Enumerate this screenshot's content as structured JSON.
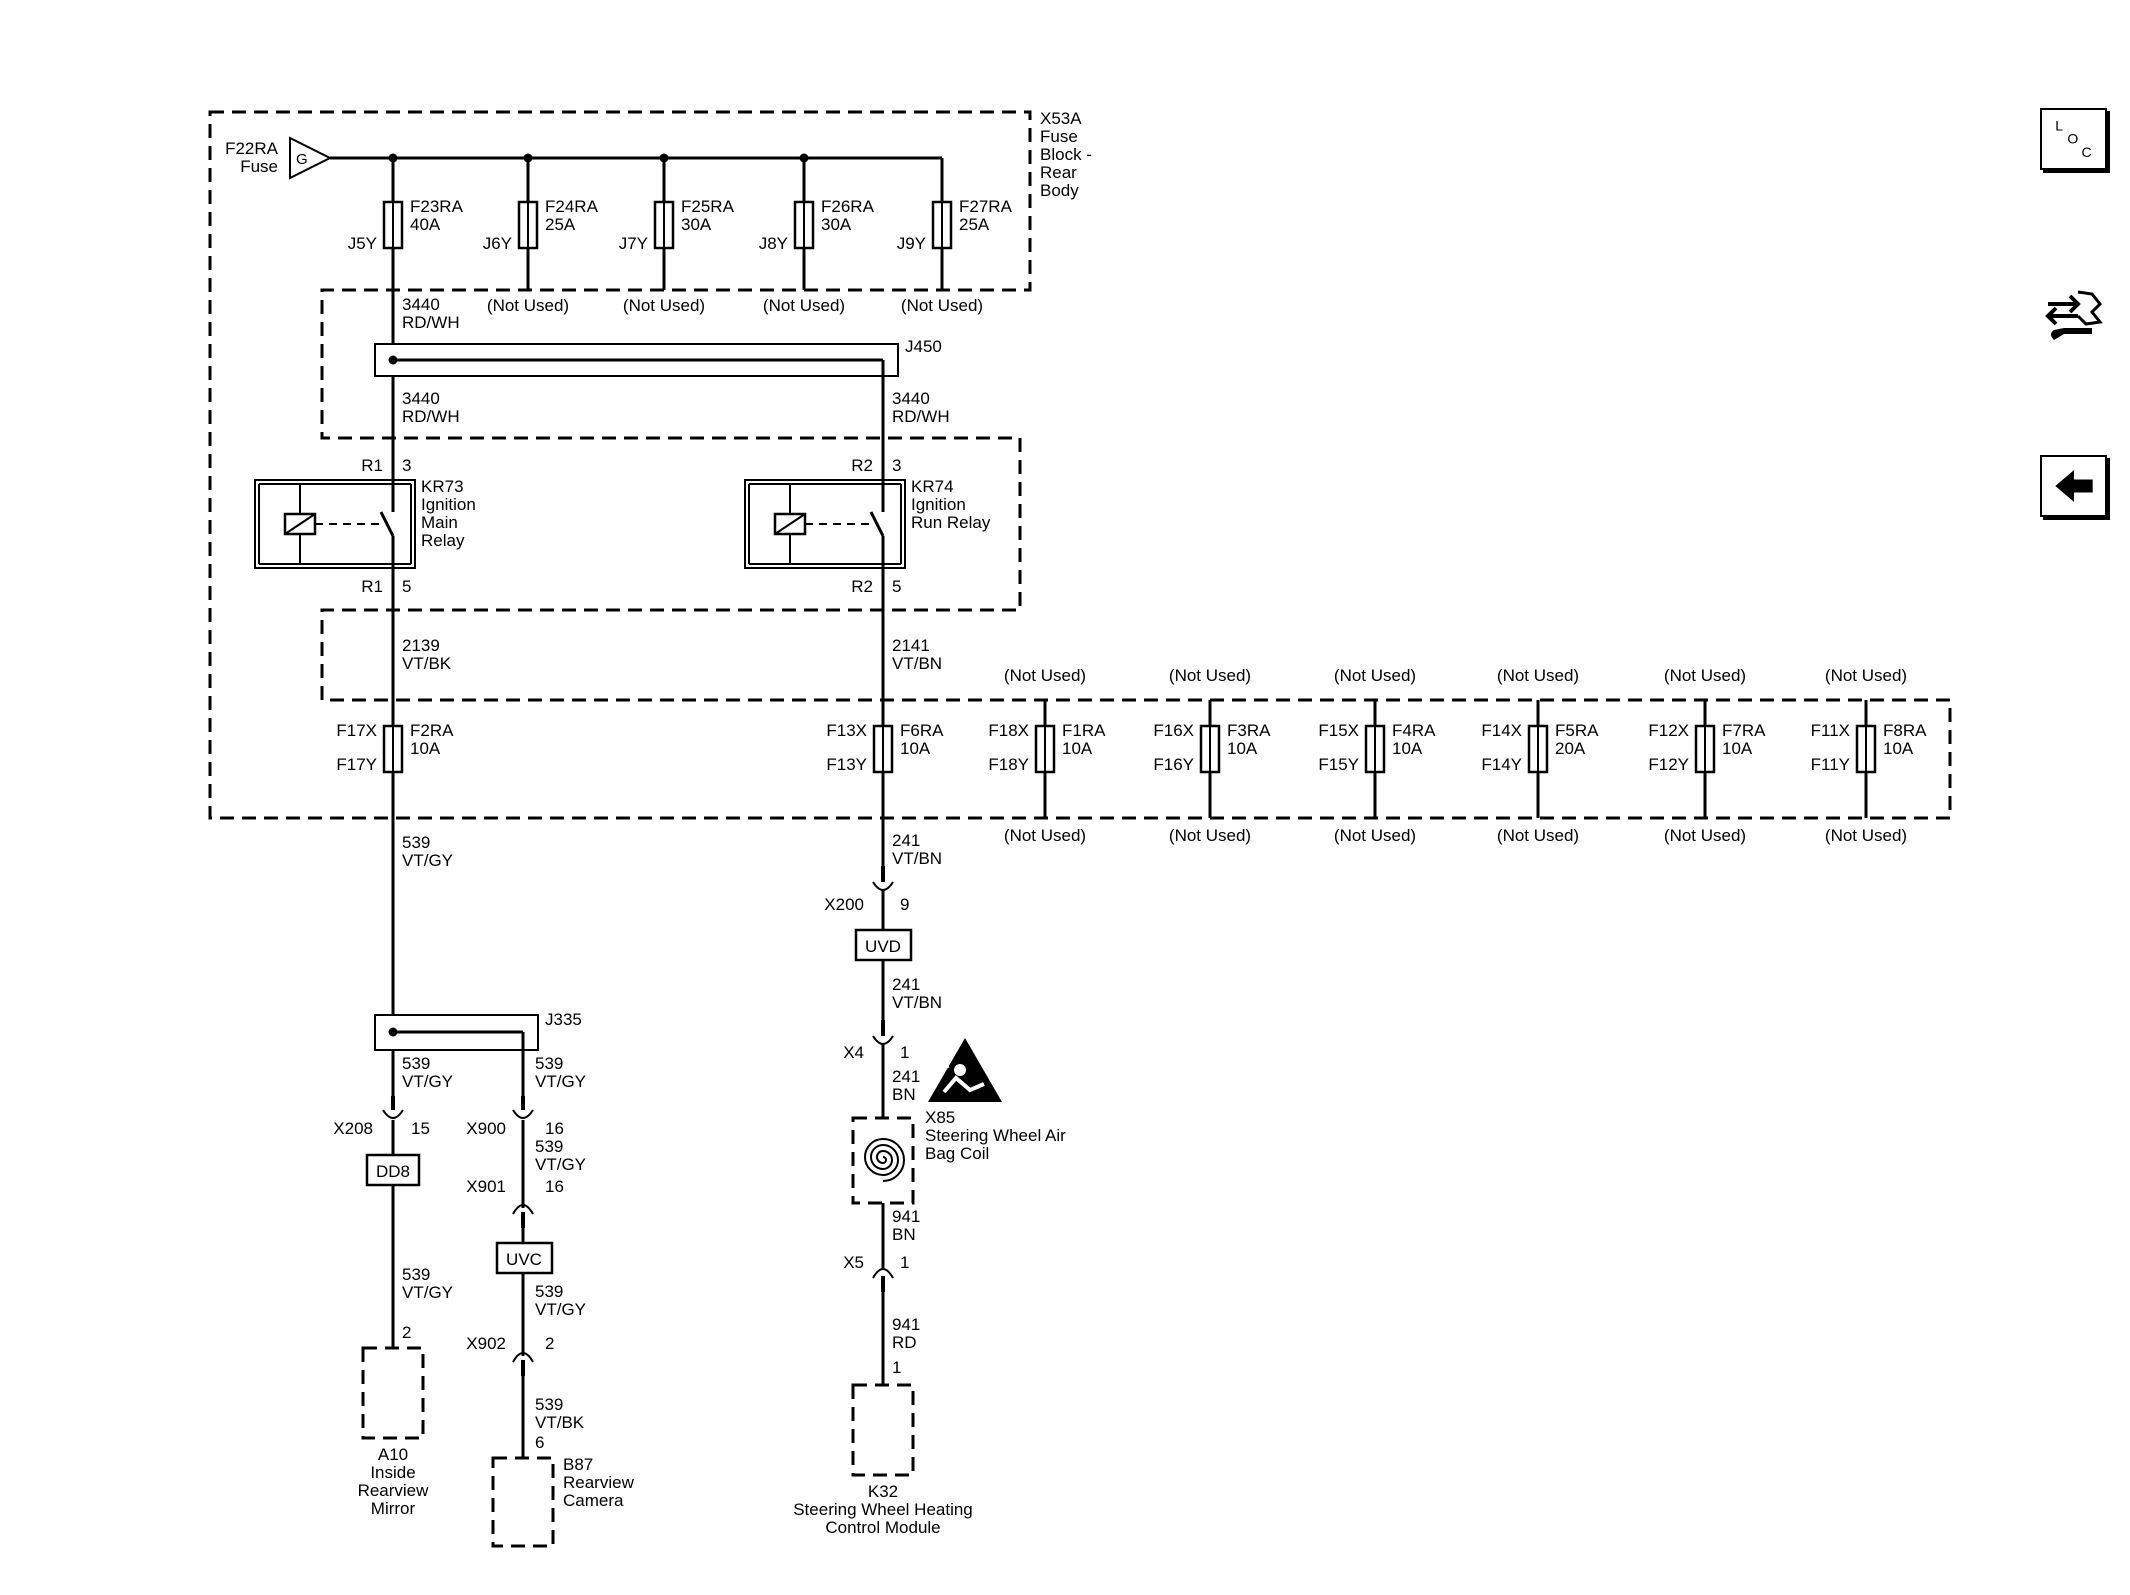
{
  "fuse_block": {
    "id": "X53A",
    "name_lines": [
      "Fuse",
      "Block -",
      "Rear",
      "Body"
    ],
    "source": {
      "id": "F22RA",
      "label": "Fuse",
      "symbol": "G"
    },
    "top_fuses": [
      {
        "id": "F23RA",
        "rating": "40A",
        "terminal": "J5Y",
        "status": ""
      },
      {
        "id": "F24RA",
        "rating": "25A",
        "terminal": "J6Y",
        "status": "(Not Used)"
      },
      {
        "id": "F25RA",
        "rating": "30A",
        "terminal": "J7Y",
        "status": "(Not Used)"
      },
      {
        "id": "F26RA",
        "rating": "30A",
        "terminal": "J8Y",
        "status": "(Not Used)"
      },
      {
        "id": "F27RA",
        "rating": "25A",
        "terminal": "J9Y",
        "status": "(Not Used)"
      }
    ]
  },
  "splice_j450": {
    "id": "J450"
  },
  "wires": {
    "w3440": {
      "circuit": "3440",
      "color": "RD/WH"
    },
    "w2139": {
      "circuit": "2139",
      "color": "VT/BK"
    },
    "w2141": {
      "circuit": "2141",
      "color": "VT/BN"
    },
    "w539": {
      "circuit": "539",
      "color": "VT/GY"
    },
    "w539bk": {
      "circuit": "539",
      "color": "VT/BK"
    },
    "w241": {
      "circuit": "241",
      "color": "VT/BN"
    },
    "w241bn": {
      "circuit": "241",
      "color": "BN"
    },
    "w941bn": {
      "circuit": "941",
      "color": "BN"
    },
    "w941rd": {
      "circuit": "941",
      "color": "RD"
    }
  },
  "relays": [
    {
      "id": "KR73",
      "name_lines": [
        "Ignition",
        "Main",
        "Relay"
      ],
      "connector": "R1",
      "pin_in": "3",
      "pin_out": "5"
    },
    {
      "id": "KR74",
      "name_lines": [
        "Ignition",
        "Run Relay"
      ],
      "connector": "R2",
      "pin_in": "3",
      "pin_out": "5"
    }
  ],
  "bottom_fuses": [
    {
      "id": "F2RA",
      "rating": "10A",
      "in": "F17X",
      "out": "F17Y",
      "status_top": "",
      "status_bottom": ""
    },
    {
      "id": "F6RA",
      "rating": "10A",
      "in": "F13X",
      "out": "F13Y",
      "status_top": "",
      "status_bottom": ""
    },
    {
      "id": "F1RA",
      "rating": "10A",
      "in": "F18X",
      "out": "F18Y",
      "status_top": "(Not Used)",
      "status_bottom": "(Not Used)"
    },
    {
      "id": "F3RA",
      "rating": "10A",
      "in": "F16X",
      "out": "F16Y",
      "status_top": "(Not Used)",
      "status_bottom": "(Not Used)"
    },
    {
      "id": "F4RA",
      "rating": "10A",
      "in": "F15X",
      "out": "F15Y",
      "status_top": "(Not Used)",
      "status_bottom": "(Not Used)"
    },
    {
      "id": "F5RA",
      "rating": "20A",
      "in": "F14X",
      "out": "F14Y",
      "status_top": "(Not Used)",
      "status_bottom": "(Not Used)"
    },
    {
      "id": "F7RA",
      "rating": "10A",
      "in": "F12X",
      "out": "F12Y",
      "status_top": "(Not Used)",
      "status_bottom": "(Not Used)"
    },
    {
      "id": "F8RA",
      "rating": "10A",
      "in": "F11X",
      "out": "F11Y",
      "status_top": "(Not Used)",
      "status_bottom": "(Not Used)"
    }
  ],
  "connectors": {
    "x200": {
      "id": "X200",
      "pin": "9"
    },
    "x4": {
      "id": "X4",
      "pin": "1"
    },
    "x5": {
      "id": "X5",
      "pin": "1"
    },
    "x208": {
      "id": "X208",
      "pin": "15"
    },
    "x900": {
      "id": "X900",
      "pin": "16"
    },
    "x901": {
      "id": "X901",
      "pin": "16"
    },
    "x902": {
      "id": "X902",
      "pin": "2"
    }
  },
  "inline": {
    "uvd": "UVD",
    "dd8": "DD8",
    "uvc": "UVC"
  },
  "splice_j335": {
    "id": "J335"
  },
  "components": {
    "a10": {
      "pin": "2",
      "lines": [
        "A10",
        "Inside",
        "Rearview",
        "Mirror"
      ]
    },
    "b87": {
      "pin": "6",
      "lines": [
        "B87",
        "Rearview",
        "Camera"
      ]
    },
    "k32": {
      "pin": "1",
      "lines": [
        "K32",
        "Steering Wheel Heating",
        "Control Module"
      ]
    },
    "x85": {
      "lines": [
        "X85",
        "Steering Wheel Air",
        "Bag Coil"
      ]
    }
  },
  "nav": {
    "loc_letters": [
      "L",
      "O",
      "C"
    ],
    "icons": [
      "location-icon",
      "connector-repair-icon",
      "back-arrow-icon"
    ]
  }
}
